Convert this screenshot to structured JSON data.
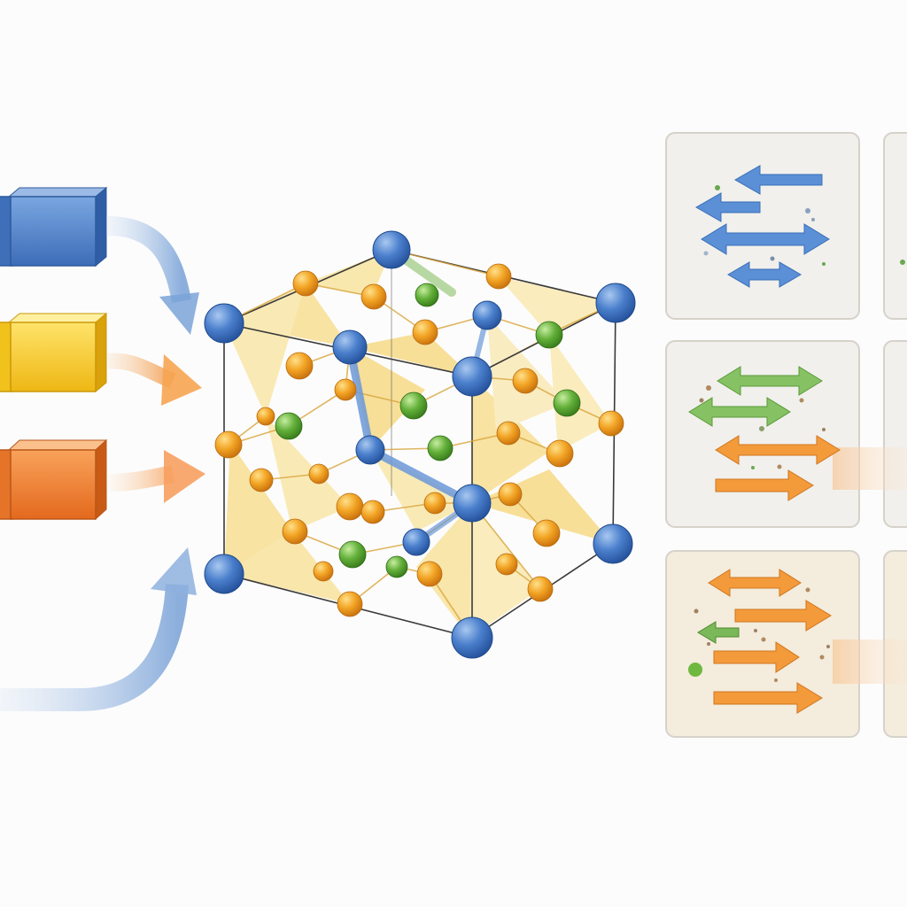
{
  "colors": {
    "background": "#fcfcfc",
    "block_blue": "#4a7ec9",
    "block_yellow": "#f4c62a",
    "block_orange": "#ef7f2e",
    "atom_blue": "#3f76c8",
    "atom_orange": "#f0a020",
    "atom_green": "#5aa832",
    "polyhedron_yellow": "#f6d36a",
    "panel_bg_neutral": "#f1f0ec",
    "panel_bg_warm": "#f4ecdc",
    "panel_border": "#d6d2ca",
    "arrow_blue": "#4f86d3",
    "arrow_green": "#73b553",
    "arrow_orange": "#f08a26"
  },
  "inputs": [
    {
      "name": "blue-block",
      "color": "block_blue"
    },
    {
      "name": "yellow-block",
      "color": "block_yellow"
    },
    {
      "name": "orange-block",
      "color": "block_orange"
    }
  ],
  "crystal": {
    "atom_types": [
      "blue",
      "orange",
      "green"
    ],
    "polyhedra": "yellow-tetrahedra"
  },
  "panels": [
    {
      "name": "panel-top",
      "arrow_color": "arrow_blue",
      "arrows": [
        "left",
        "left",
        "both",
        "both"
      ]
    },
    {
      "name": "panel-middle",
      "arrow_color": "mixed-green-orange",
      "arrows": [
        "both",
        "both",
        "both",
        "right"
      ]
    },
    {
      "name": "panel-bottom",
      "arrow_color": "mixed-orange-green",
      "arrows": [
        "both",
        "right",
        "left",
        "right",
        "right"
      ]
    }
  ]
}
